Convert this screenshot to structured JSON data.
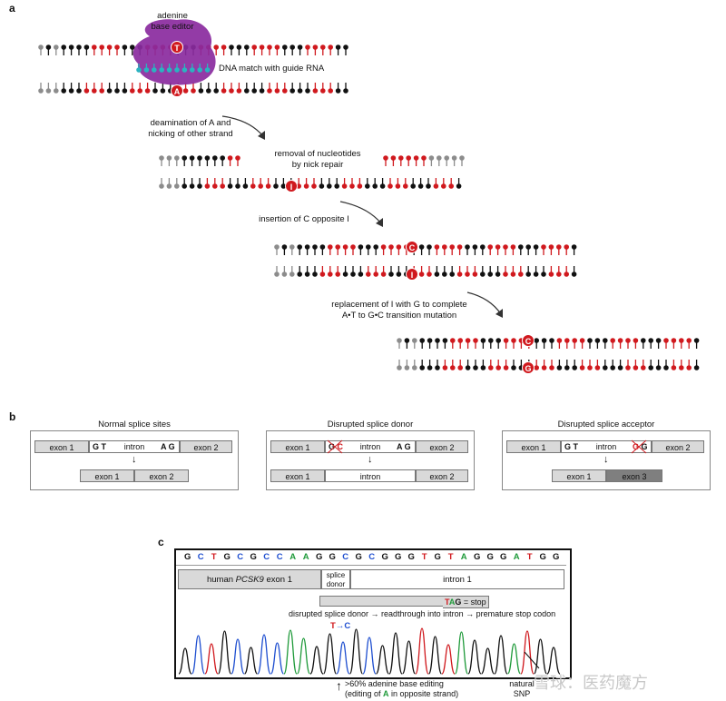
{
  "panel_a": {
    "letter": "a",
    "editor_label_1": "adenine",
    "editor_label_2": "base editor",
    "guide_label": "DNA match with guide RNA",
    "step1_line1": "deamination of A and",
    "step1_line2": "nicking of other strand",
    "step2_line1": "removal of nucleotides",
    "step2_line2": "by nick repair",
    "step3": "insertion of C opposite I",
    "step4_line1": "replacement of I with G to complete",
    "step4_line2": "A•T to G•C transition mutation",
    "base_T": "T",
    "base_A": "A",
    "base_I1": "I",
    "base_C": "C",
    "base_I2": "I",
    "base_C2": "C",
    "base_G": "G",
    "colors": {
      "red": "#d0191e",
      "black": "#111111",
      "grey": "#8c8c8c",
      "editor": "#8a2a9e",
      "guide": "#2bb3c0"
    }
  },
  "panel_b": {
    "letter": "b",
    "normal": {
      "title": "Normal splice sites",
      "exon1": "exon 1",
      "gt": "G T",
      "intron": "intron",
      "ag": "A G",
      "exon2": "exon 2",
      "res_exon1": "exon 1",
      "res_exon2": "exon 2"
    },
    "donor": {
      "title": "Disrupted splice donor",
      "exon1": "exon 1",
      "gc_g": "G",
      "gc_c": "C",
      "intron": "intron",
      "ag": "A G",
      "exon2": "exon 2",
      "res_exon1": "exon 1",
      "res_intron": "intron",
      "res_exon2": "exon 2"
    },
    "acceptor": {
      "title": "Disrupted splice acceptor",
      "exon1": "exon 1",
      "gt": "G T",
      "intron": "intron",
      "gg_g1": "G",
      "gg_g2": "G",
      "exon2": "exon 2",
      "res_exon1": "exon 1",
      "res_exon3": "exon 3"
    }
  },
  "panel_c": {
    "letter": "c",
    "sequence": [
      "G",
      "C",
      "T",
      "G",
      "C",
      "G",
      "C",
      "C",
      "A",
      "A",
      "G",
      "G",
      "C",
      "G",
      "C",
      "G",
      "G",
      "G",
      "T",
      "G",
      "T",
      "A",
      "G",
      "G",
      "G",
      "A",
      "T",
      "G",
      "G"
    ],
    "base_colors": {
      "G": "#111111",
      "C": "#1f4fd0",
      "T": "#d0191e",
      "A": "#1f9a3a"
    },
    "exon_label_prefix": "human ",
    "exon_label_gene": "PCSK9",
    "exon_label_suffix": " exon 1",
    "splice_donor_1": "splice",
    "splice_donor_2": "donor",
    "intron_label": "intron 1",
    "stop_T": "T",
    "stop_A": "A",
    "stop_G": "G",
    "stop_suffix": " = stop",
    "readthrough": "disrupted splice donor → readthrough into intron → premature stop codon",
    "tc_T": "T",
    "tc_arrow": "→",
    "tc_C": "C",
    "editing_1": ">60% adenine base editing",
    "editing_2a": "(editing of ",
    "editing_2b": "A",
    "editing_2c": " in opposite strand)",
    "snp_1": "natural",
    "snp_2": "SNP"
  },
  "watermark": "雪球：医药魔方"
}
